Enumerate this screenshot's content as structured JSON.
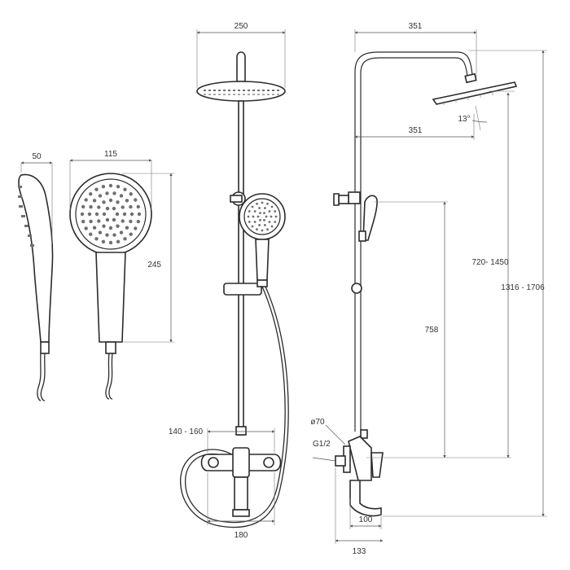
{
  "dimensions": {
    "handshower_side_width": "50",
    "handshower_front_width": "115",
    "handshower_length": "245",
    "overhead_diameter": "250",
    "reach_top": "351",
    "reach_bottom": "351",
    "tilt_angle": "13°",
    "handshower_height_range": "720- 1450",
    "total_height_range": "1316 - 1706",
    "slider_height": "758",
    "connection_spacing_range": "140 - 160",
    "mixer_width": "180",
    "diverter_diameter": "ø70",
    "thread_size": "G1/2",
    "spout_projection": "100",
    "mixer_projection": "133"
  },
  "colors": {
    "line": "#2b2b2b",
    "dimension_line": "#555555",
    "nozzle": "#6f6f6f",
    "background": "#ffffff"
  }
}
